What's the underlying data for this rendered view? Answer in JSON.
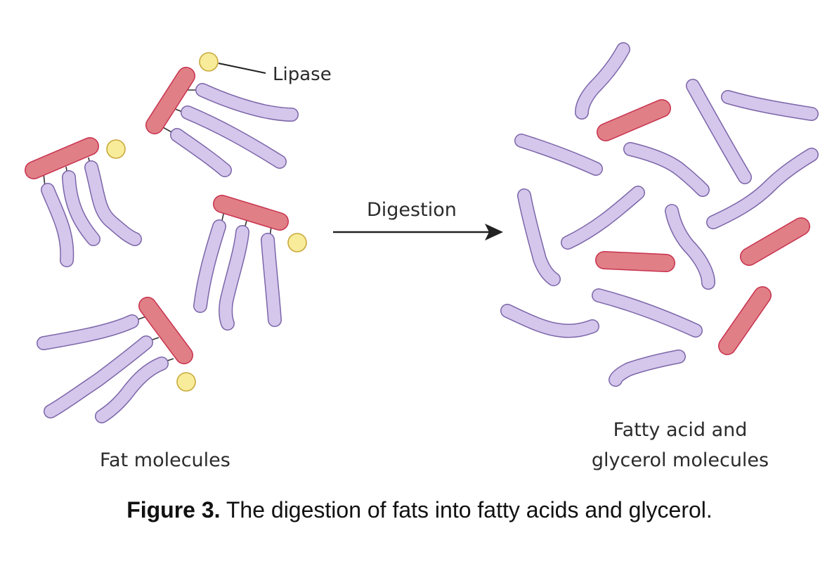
{
  "labels": {
    "lipase": "Lipase",
    "process": "Digestion",
    "before": "Fat molecules",
    "after_line1": "Fatty acid and",
    "after_line2": "glycerol molecules"
  },
  "caption": {
    "number": "Figure 3.",
    "text": " The digestion of fats into fatty acids and glycerol."
  },
  "colors": {
    "glycerol_fill": "#e07f86",
    "glycerol_stroke": "#c8324e",
    "fatty_acid_fill": "#d5c6ec",
    "fatty_acid_stroke": "#7b66a8",
    "lipase_fill": "#f8ec9a",
    "lipase_stroke": "#c9a93b",
    "arrow": "#222222"
  }
}
